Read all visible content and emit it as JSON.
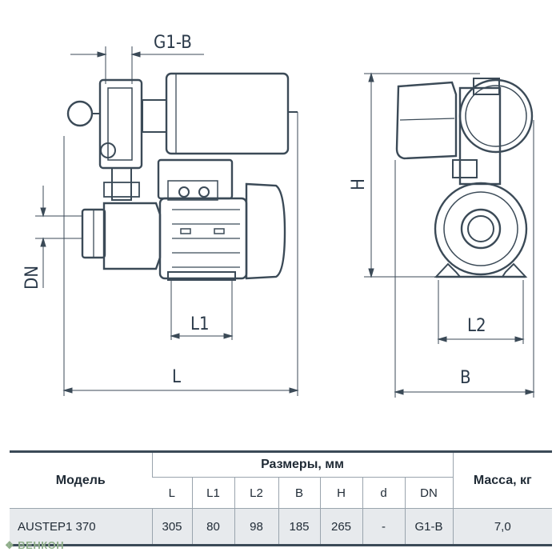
{
  "drawing": {
    "labels": {
      "g1b": "G1-B",
      "dn": "DN",
      "l1": "L1",
      "l": "L",
      "h": "H",
      "l2": "L2",
      "b": "B"
    }
  },
  "table": {
    "model_header": "Модель",
    "dims_header": "Размеры, мм",
    "mass_header": "Масса, кг",
    "columns": [
      "L",
      "L1",
      "L2",
      "B",
      "H",
      "d",
      "DN"
    ],
    "row": {
      "model": "AUSTEP1 370",
      "values": [
        "305",
        "80",
        "98",
        "185",
        "265",
        "-",
        "G1-B"
      ],
      "mass": "7,0"
    }
  },
  "watermark": "ВЕНКОН",
  "colors": {
    "line": "#3b4a57",
    "row_bg": "#e7eaed"
  }
}
